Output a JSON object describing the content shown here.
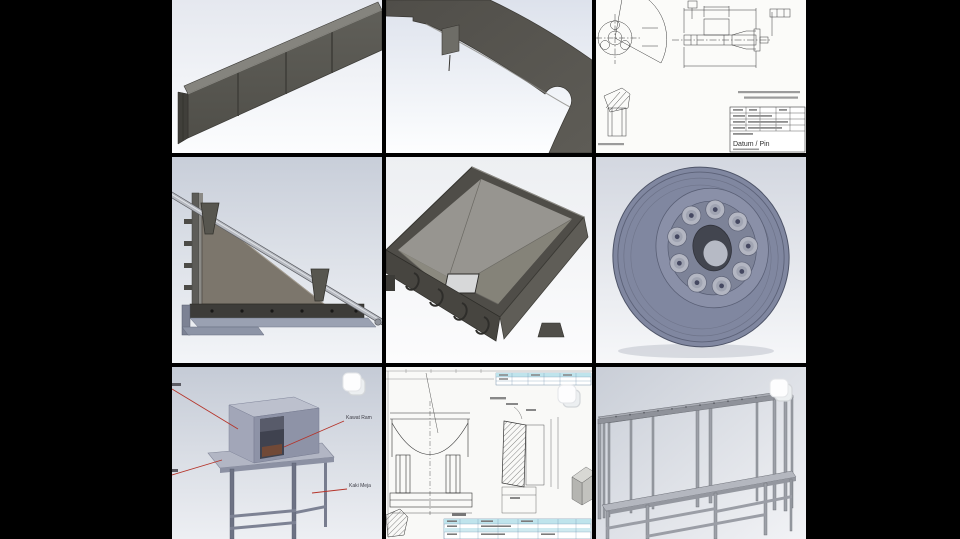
{
  "colors": {
    "letterbox": "#000000",
    "sheet_white": "#f9f9f7",
    "table_highlight_cyan": "#bfe4ec",
    "annotation_red": "#b5342a",
    "steel_dark": "#56544f",
    "steel_blue_gray": "#8a90a8"
  },
  "drawing": {
    "title_block_title": "Datum / Pin"
  },
  "stand_annotations": {
    "wire_mesh_label": "Kawat Ram",
    "table_leg_label": "Kaki Meja"
  },
  "icons": {
    "stack_badge": "stack-icon"
  }
}
